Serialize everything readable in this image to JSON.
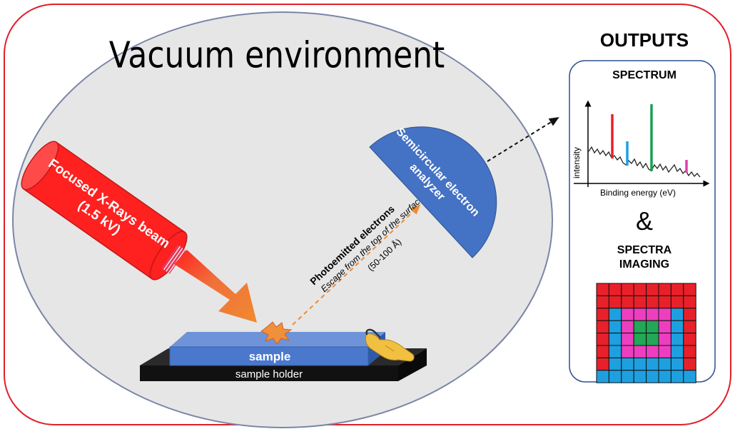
{
  "vacuum_label": "Vacuum environment",
  "xray_beam": {
    "line1": "Focused X-Rays beam",
    "line2": "(1.5 kV)"
  },
  "analyzer": {
    "line1": "Semicircular electron",
    "line2": "analyzer"
  },
  "photoemission": {
    "title": "Photoemitted electrons",
    "subtitle": "Escape from the top of the surface",
    "depth": "(50-100 Å)"
  },
  "sample_label": "sample",
  "holder_label": "sample holder",
  "outputs": {
    "heading": "OUTPUTS",
    "spectrum_title": "SPECTRUM",
    "ylabel": "intensity",
    "xlabel": "Binding energy (eV)",
    "ampersand": "&",
    "imaging_line1": "SPECTRA",
    "imaging_line2": "IMAGING"
  },
  "colors": {
    "frame": "#e0202a",
    "chamber_fill": "#e6e6e6",
    "chamber_stroke": "#7a86a8",
    "beam_red": "#ff2020",
    "analyzer_blue": "#4472c4",
    "sample_blue": "#4a78cc",
    "holder_black": "#111111",
    "peak_red": "#e8202a",
    "peak_blue": "#1ea0e0",
    "peak_green": "#1aa050",
    "peak_magenta": "#e040b0",
    "grid_red": "#e8202a",
    "grid_blue": "#1ea0e0",
    "grid_magenta": "#ee3ec0",
    "grid_green": "#22a856"
  },
  "imaging_grid": [
    [
      "r",
      "r",
      "r",
      "r",
      "r",
      "r",
      "r",
      "r"
    ],
    [
      "r",
      "r",
      "r",
      "r",
      "r",
      "r",
      "r",
      "r"
    ],
    [
      "r",
      "b",
      "m",
      "m",
      "m",
      "m",
      "b",
      "r"
    ],
    [
      "r",
      "b",
      "m",
      "g",
      "g",
      "m",
      "b",
      "r"
    ],
    [
      "r",
      "b",
      "m",
      "g",
      "g",
      "m",
      "b",
      "r"
    ],
    [
      "r",
      "b",
      "m",
      "m",
      "m",
      "m",
      "b",
      "r"
    ],
    [
      "r",
      "b",
      "b",
      "b",
      "b",
      "b",
      "b",
      "r"
    ],
    [
      "b",
      "b",
      "b",
      "b",
      "b",
      "b",
      "b",
      "b"
    ]
  ]
}
